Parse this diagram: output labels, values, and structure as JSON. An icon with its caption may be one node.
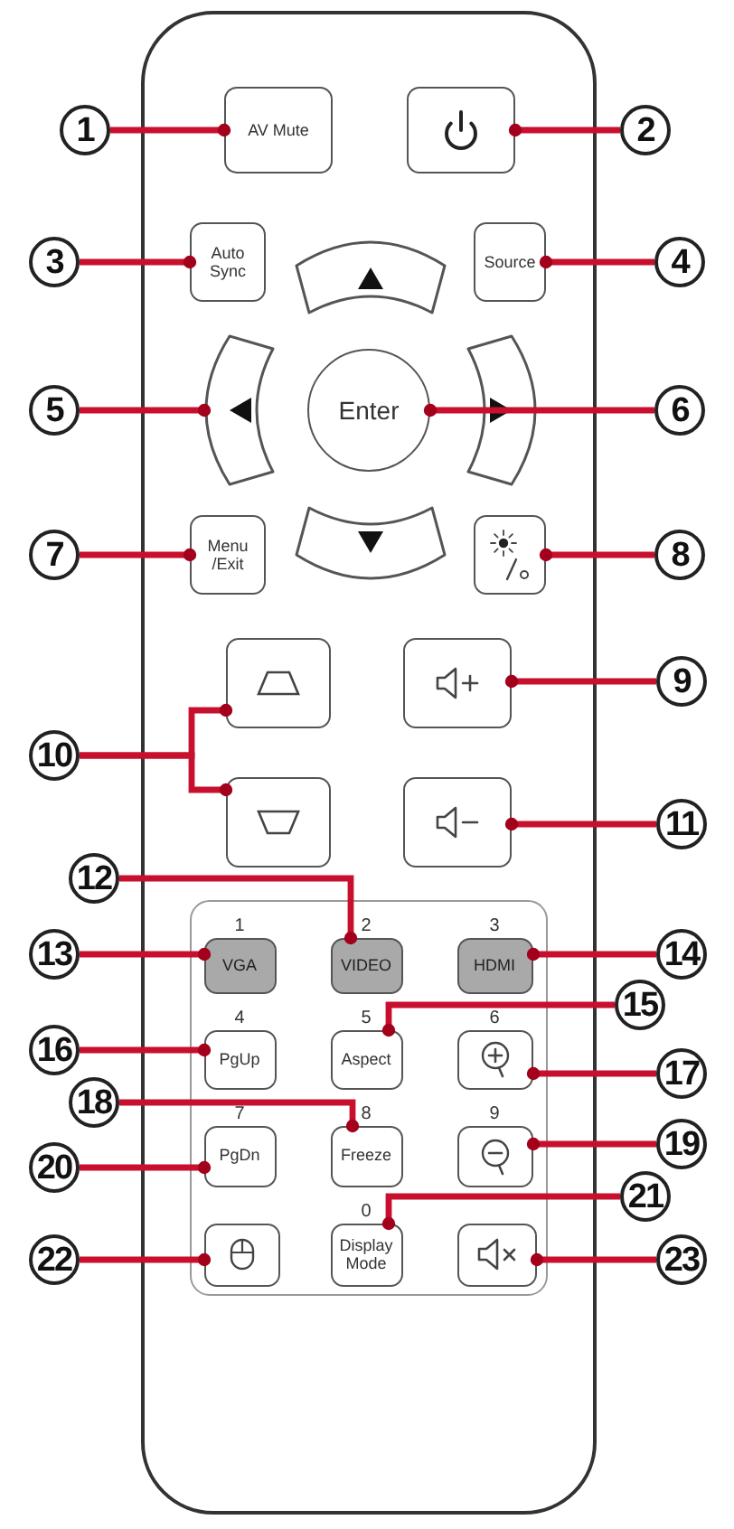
{
  "diagram": {
    "nodes": [
      {
        "text": [],
        "shape": "box"
      },
      {
        "text": [
          "1"
        ]
      },
      {
        "text": [
          "AV Mute"
        ],
        "in": 0
      },
      {
        "text": [],
        "shape": "box",
        "in": 0
      },
      {
        "text": [
          "2"
        ]
      },
      {
        "text": [
          "3"
        ]
      },
      {
        "text": [
          "Auto Sync"
        ],
        "in": 0
      },
      {
        "text": [],
        "shape": "arc",
        "in": 0
      },
      {
        "text": [
          "Source"
        ],
        "in": 0
      },
      {
        "text": [
          "4"
        ]
      },
      {
        "text": [
          "5"
        ]
      },
      {
        "text": [],
        "shape": "arc",
        "in": 0
      },
      {
        "text": [
          "Enter"
        ],
        "in": 0
      },
      {
        "text": [],
        "shape": "arc",
        "in": 0
      },
      {
        "text": [
          "6"
        ]
      },
      {
        "text": [
          "7"
        ]
      },
      {
        "text": [
          "Menu /Exit"
        ],
        "in": 0
      },
      {
        "text": [],
        "shape": "arc",
        "in": 0
      },
      {
        "text": [],
        "shape": "box",
        "in": 0
      },
      {
        "text": [
          "8"
        ]
      },
      {
        "text": [],
        "shape": "box",
        "in": 0
      },
      {
        "text": [],
        "shape": "box",
        "in": 0
      },
      {
        "text": [
          "9"
        ]
      },
      {
        "text": [
          "10"
        ]
      },
      {
        "text": [],
        "shape": "box",
        "in": 0
      },
      {
        "text": [],
        "shape": "box",
        "in": 0
      },
      {
        "text": [
          "11"
        ]
      },
      {
        "text": [
          "12"
        ]
      },
      {
        "text": [],
        "shape": "box",
        "in": 0
      },
      {
        "text": [
          "13"
        ]
      },
      {
        "text": [
          "VGA"
        ],
        "in": 28,
        "beside": [
          "1"
        ]
      },
      {
        "text": [
          "VIDEO"
        ],
        "in": 28,
        "beside": [
          "2"
        ]
      },
      {
        "text": [
          "HDMI"
        ],
        "in": 28,
        "beside": [
          "3"
        ]
      },
      {
        "text": [
          "14"
        ]
      },
      {
        "text": [
          "15"
        ]
      },
      {
        "text": [
          "16"
        ]
      },
      {
        "text": [
          "PgUp"
        ],
        "in": 28,
        "beside": [
          "4"
        ]
      },
      {
        "text": [
          "Aspect"
        ],
        "in": 28,
        "beside": [
          "5"
        ]
      },
      {
        "text": [],
        "shape": "box",
        "in": 28,
        "beside": [
          "6"
        ]
      },
      {
        "text": [
          "17"
        ]
      },
      {
        "text": [
          "18"
        ]
      },
      {
        "text": [
          "20"
        ]
      },
      {
        "text": [
          "PgDn"
        ],
        "in": 28,
        "beside": [
          "7"
        ]
      },
      {
        "text": [
          "Freeze"
        ],
        "in": 28,
        "beside": [
          "8"
        ]
      },
      {
        "text": [],
        "shape": "box",
        "in": 28,
        "beside": [
          "9"
        ]
      },
      {
        "text": [
          "19"
        ]
      },
      {
        "text": [
          "21"
        ]
      },
      {
        "text": [
          "22"
        ]
      },
      {
        "text": [],
        "shape": "box",
        "in": 28
      },
      {
        "text": [
          "Display Mode"
        ],
        "in": 28,
        "beside": [
          "0"
        ]
      },
      {
        "text": [],
        "shape": "box",
        "in": 28
      },
      {
        "text": [
          "23"
        ]
      }
    ],
    "edges": [
      {
        "from": 1,
        "to": 2,
        "arrow": "other"
      },
      {
        "from": 4,
        "to": 3,
        "arrow": "other"
      },
      {
        "from": 5,
        "to": 6,
        "arrow": "other"
      },
      {
        "from": 9,
        "to": 8,
        "arrow": "other"
      },
      {
        "from": 10,
        "to": 11,
        "arrow": "other"
      },
      {
        "from": 14,
        "to": 12,
        "arrow": "other"
      },
      {
        "from": 15,
        "to": 16,
        "arrow": "other"
      },
      {
        "from": 19,
        "to": 18,
        "arrow": "other"
      },
      {
        "from": 22,
        "to": 21,
        "arrow": "other"
      },
      {
        "from": 23,
        "to": 20,
        "arrow": "other"
      },
      {
        "from": 23,
        "to": 24,
        "arrow": "other"
      },
      {
        "from": 26,
        "to": 25,
        "arrow": "other"
      },
      {
        "from": 27,
        "to": 31,
        "arrow": "other"
      },
      {
        "from": 29,
        "to": 30,
        "arrow": "other"
      },
      {
        "from": 33,
        "to": 32,
        "arrow": "other"
      },
      {
        "from": 34,
        "to": 37,
        "arrow": "other"
      },
      {
        "from": 35,
        "to": 36,
        "arrow": "other"
      },
      {
        "from": 39,
        "to": 38,
        "arrow": "other"
      },
      {
        "from": 40,
        "to": 43,
        "arrow": "other"
      },
      {
        "from": 45,
        "to": 44,
        "arrow": "other"
      },
      {
        "from": 41,
        "to": 42,
        "arrow": "other"
      },
      {
        "from": 46,
        "to": 49,
        "arrow": "other"
      },
      {
        "from": 47,
        "to": 48,
        "arrow": "other"
      },
      {
        "from": 51,
        "to": 50,
        "arrow": "other"
      }
    ]
  }
}
